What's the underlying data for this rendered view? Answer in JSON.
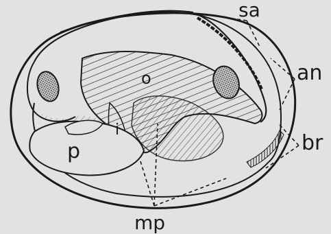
{
  "figure": {
    "paper_color": "#e2e2e2",
    "ink_color": "#1a1a1a",
    "labels": {
      "sa": "sa",
      "an": "an",
      "br": "br",
      "mp": "mp",
      "p": "p",
      "i": "i",
      "o": "o"
    }
  }
}
